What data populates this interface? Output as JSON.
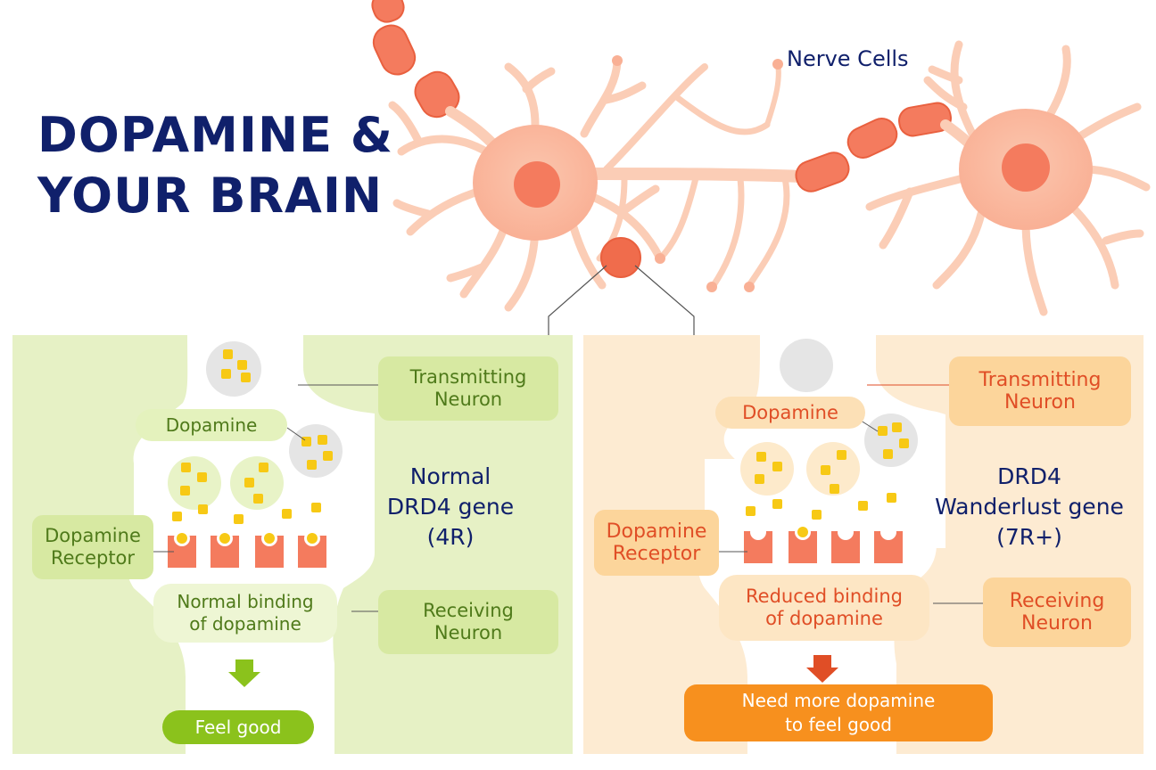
{
  "title": {
    "line1": "DOPAMINE &",
    "line2": "YOUR BRAIN"
  },
  "nerve_cells_label": "Nerve Cells",
  "left_panel": {
    "transmitting": {
      "line1": "Transmitting",
      "line2": "Neuron"
    },
    "dopamine": "Dopamine",
    "gene": {
      "line1": "Normal",
      "line2": "DRD4 gene",
      "line3": "(4R)"
    },
    "receptor": {
      "line1": "Dopamine",
      "line2": "Receptor"
    },
    "binding": {
      "line1": "Normal binding",
      "line2": "of dopamine"
    },
    "receiving": {
      "line1": "Receiving",
      "line2": "Neuron"
    },
    "result": "Feel good"
  },
  "right_panel": {
    "transmitting": {
      "line1": "Transmitting",
      "line2": "Neuron"
    },
    "dopamine": "Dopamine",
    "gene": {
      "line1": "DRD4",
      "line2": "Wanderlust gene",
      "line3": "(7R+)"
    },
    "receptor": {
      "line1": "Dopamine",
      "line2": "Receptor"
    },
    "binding": {
      "line1": "Reduced binding",
      "line2": "of dopamine"
    },
    "receiving": {
      "line1": "Receiving",
      "line2": "Neuron"
    },
    "result": {
      "line1": "Need more dopamine",
      "line2": "to feel good"
    }
  },
  "colors": {
    "navy": "#10206b",
    "green_panel": "#e6f1c5",
    "orange_panel": "#fdebd2",
    "green_text": "#4f7a1a",
    "orange_text": "#e04e26",
    "receptor": "#f47b5e",
    "dopamine_dot": "#f7c915",
    "feel_good": "#8bc21c",
    "need_more": "#f7901e"
  }
}
